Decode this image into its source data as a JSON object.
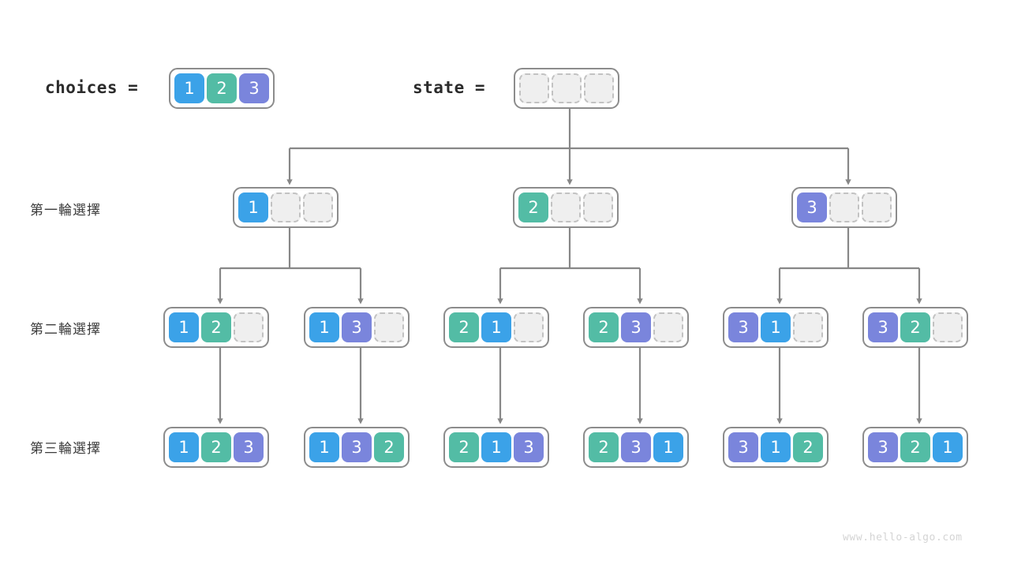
{
  "header": {
    "choices_label": "choices =",
    "state_label": "state ="
  },
  "row_labels": [
    "第一輪選擇",
    "第二輪選擇",
    "第三輪選擇"
  ],
  "colors": {
    "value_1": "#3ba2e8",
    "value_2": "#53bca5",
    "value_3": "#7a85dc",
    "empty_fill": "#efefef",
    "empty_border": "#c2c2c2",
    "array_border": "#8c8c8c",
    "connector": "#878787",
    "text": "#2b2b2b",
    "watermark": "#d4d4d4",
    "background": "#ffffff"
  },
  "choices_array": {
    "cells": [
      "1",
      "2",
      "3"
    ]
  },
  "state_array": {
    "cells": [
      "",
      "",
      ""
    ]
  },
  "row1": [
    {
      "cells": [
        "1",
        "",
        ""
      ]
    },
    {
      "cells": [
        "2",
        "",
        ""
      ]
    },
    {
      "cells": [
        "3",
        "",
        ""
      ]
    }
  ],
  "row2": [
    {
      "cells": [
        "1",
        "2",
        ""
      ]
    },
    {
      "cells": [
        "1",
        "3",
        ""
      ]
    },
    {
      "cells": [
        "2",
        "1",
        ""
      ]
    },
    {
      "cells": [
        "2",
        "3",
        ""
      ]
    },
    {
      "cells": [
        "3",
        "1",
        ""
      ]
    },
    {
      "cells": [
        "3",
        "2",
        ""
      ]
    }
  ],
  "row3": [
    {
      "cells": [
        "1",
        "2",
        "3"
      ]
    },
    {
      "cells": [
        "1",
        "3",
        "2"
      ]
    },
    {
      "cells": [
        "2",
        "1",
        "3"
      ]
    },
    {
      "cells": [
        "2",
        "3",
        "1"
      ]
    },
    {
      "cells": [
        "3",
        "1",
        "2"
      ]
    },
    {
      "cells": [
        "3",
        "2",
        "1"
      ]
    }
  ],
  "watermark": "www.hello-algo.com"
}
